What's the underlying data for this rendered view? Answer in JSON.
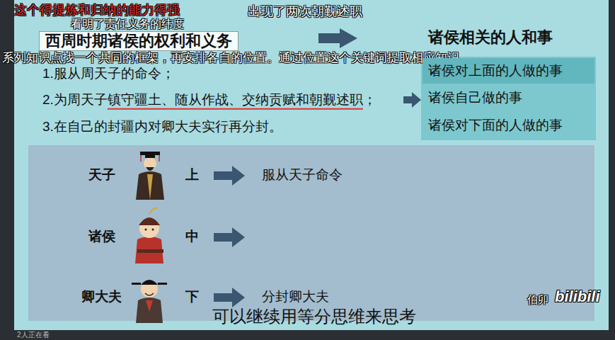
{
  "diagram": {
    "title": "西周时期诸侯的权利和义务",
    "nodes": [
      {
        "text": [
          "诸侯对上面的人做的事"
        ]
      },
      {
        "text": [
          "诸侯自己做的事"
        ]
      },
      {
        "text": [
          "诸侯对下面的人做的事"
        ]
      }
    ],
    "labels": [
      "这个得提炼和归纳的能力得强",
      "出现了两次朝觐述职",
      "看明了责任义务的纬度",
      "系列知识点找一个共同的框架，再安排各自的位置。通过位置这个关键词提取相应知识",
      "诸侯相关的人和事",
      "1.服从周天子的命令；",
      "2.为周天子镇守疆土、随从作战、交纳贡赋和朝觐述职；",
      "3.在自己的封疆内对卿大夫实行再分封。",
      "天子",
      "上",
      "服从天子命令",
      "诸侯",
      "中",
      "卿大夫",
      "下",
      "分封卿大夫",
      "可以继续用等分思维来思考",
      "伯卯",
      "bilibili",
      "2人正在看"
    ]
  }
}
